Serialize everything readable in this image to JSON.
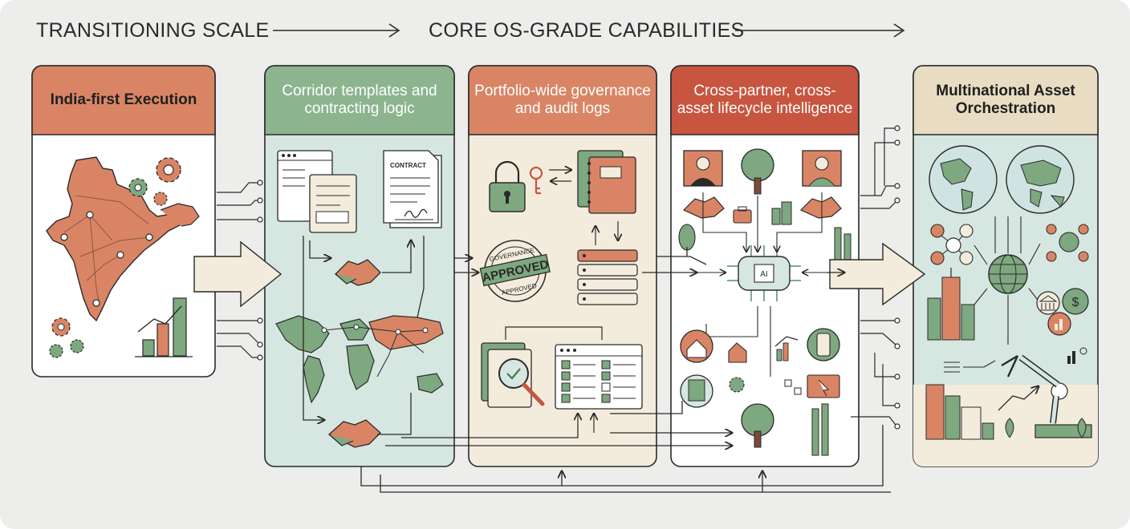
{
  "header": {
    "left_label": "TRANSITIONING SCALE",
    "right_label": "CORE OS-GRADE CAPABILITIES"
  },
  "panels": [
    {
      "title": "India-first Execution"
    },
    {
      "title": "Corridor templates and contracting logic"
    },
    {
      "title": "Portfolio-wide governance and audit logs"
    },
    {
      "title": "Cross-partner, cross-asset lifecycle intelligence"
    },
    {
      "title": "Multinational Asset Orchestration"
    }
  ],
  "stamp": {
    "main": "APPROVED",
    "top": "GOVERNANCE",
    "bottom": "APPROVED"
  },
  "contract_doc": {
    "label": "CONTRACT"
  },
  "ai_chip": {
    "label": "AI"
  },
  "colors": {
    "terracotta": "#d98565",
    "terracotta_dark": "#c8553f",
    "sage": "#7ea87f",
    "sage_dark": "#3f7a55",
    "sage_bg": "#d6e6e0",
    "cream": "#f3ecdd",
    "cream_dark": "#e8dcc3",
    "header_sage": "#8cb48f",
    "ink": "#2a2a2a"
  }
}
